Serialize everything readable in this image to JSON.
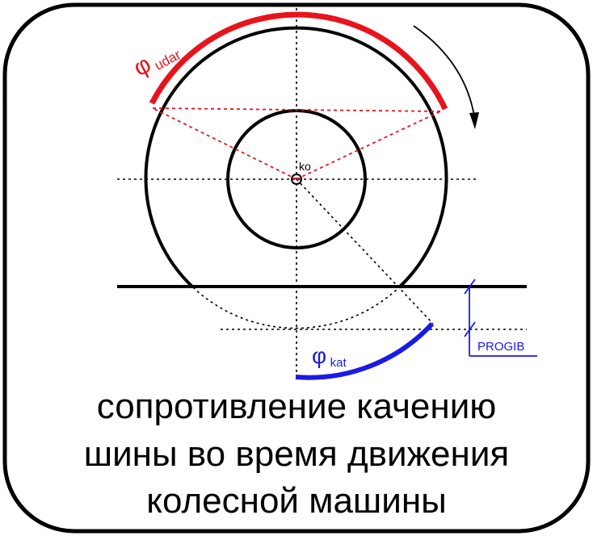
{
  "labels": {
    "phi_udar_symbol": "φ",
    "phi_udar_sub": "udar",
    "phi_kat_symbol": "φ",
    "phi_kat_sub": "kat",
    "center_label": "ko",
    "deflection_label": "PROGIB"
  },
  "caption": {
    "line1": "сопротивление качению",
    "line2": "шины во время движения",
    "line3": "колесной машины"
  },
  "colors": {
    "frame": "#000000",
    "wheel": "#000000",
    "impact_arc": "#e8141b",
    "impact_lines": "#e8141b",
    "rolling_arc": "#1a1ae6",
    "deflection_marker": "#1a1ae6",
    "guide_lines": "#000000"
  }
}
